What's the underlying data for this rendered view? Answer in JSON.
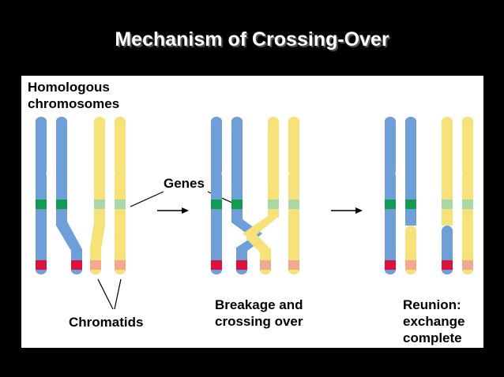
{
  "title": "Mechanism of Crossing-Over",
  "labels": {
    "homologous": "Homologous\nchromosomes",
    "genes": "Genes",
    "chromatids": "Chromatids",
    "breakage": "Breakage and\ncrossing over",
    "reunion": "Reunion:\nexchange\ncomplete"
  },
  "colors": {
    "blue": "#6f9fd8",
    "yellow": "#f7e27a",
    "gene_green": "#139b4f",
    "gene_light_green": "#a8d8a8",
    "marker_red": "#d9123f",
    "marker_salmon": "#f2a98e"
  }
}
